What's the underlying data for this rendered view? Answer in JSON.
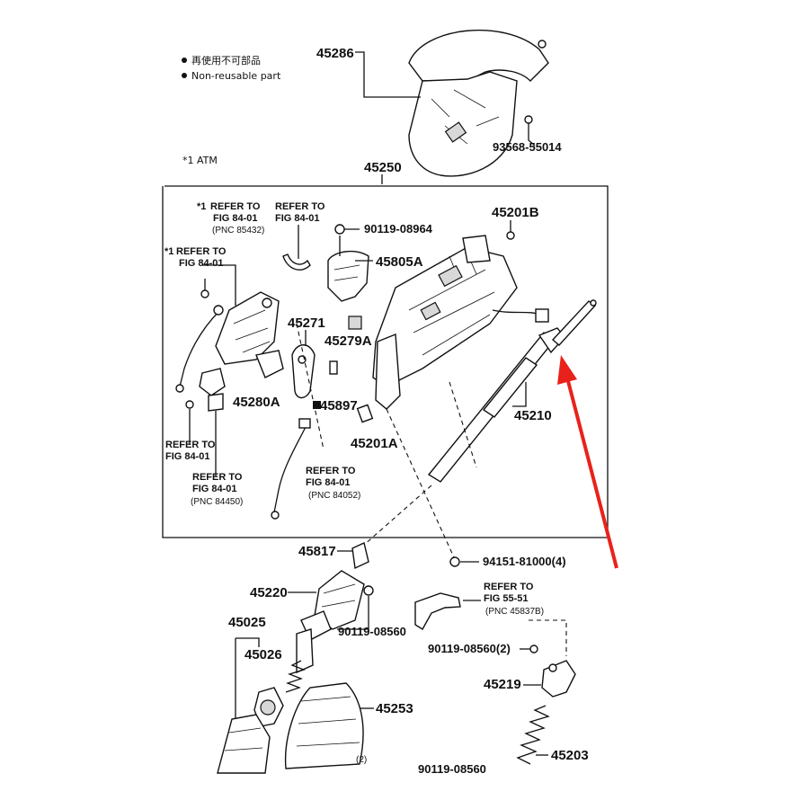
{
  "notes": {
    "legend_mark_1": "再使用不可部品",
    "legend_mark_2": "Non-reusable part",
    "footnote_1": "*1 ATM"
  },
  "parts": {
    "p45286": "45286",
    "p93568": "93568-55014",
    "p45250": "45250",
    "p90119_08964": "90119-08964",
    "p45201B": "45201B",
    "p45805A": "45805A",
    "p45271": "45271",
    "p45279A": "45279A",
    "p45280A": "45280A",
    "p45897": "45897",
    "p45201A": "45201A",
    "p45210": "45210",
    "p45817": "45817",
    "p94151": "94151-81000(4)",
    "p45220": "45220",
    "p45025": "45025",
    "p90119_08560": "90119-08560",
    "p90119_08560_2": "90119-08560(2)",
    "p45026": "45026",
    "p45219": "45219",
    "p45253": "45253",
    "p45203": "45203",
    "p_bottom_cut": "90119-08560"
  },
  "refs": {
    "r1_star": "*1",
    "r1_l1": "REFER TO",
    "r1_l2": "FIG 84-01",
    "r1_l3": "(PNC 85432)",
    "r2_l1": "REFER TO",
    "r2_l2": "FIG 84-01",
    "r3_star": "*1",
    "r3_l1": "REFER TO",
    "r3_l2": "FIG 84-01",
    "r4_l1": "REFER TO",
    "r4_l2": "FIG 84-01",
    "r5_l1": "REFER TO",
    "r5_l2": "FIG 84-01",
    "r5_l3": "(PNC 84450)",
    "r6_l1": "REFER TO",
    "r6_l2": "FIG 84-01",
    "r6_l3": "(PNC 84052)",
    "r7_l1": "REFER TO",
    "r7_l2": "FIG 55-51",
    "r7_l3": "(PNC 45837B)",
    "bottom_mark": "(2)"
  },
  "colors": {
    "line": "#111111",
    "pointer_arrow": "#e8221b",
    "background": "#ffffff"
  }
}
